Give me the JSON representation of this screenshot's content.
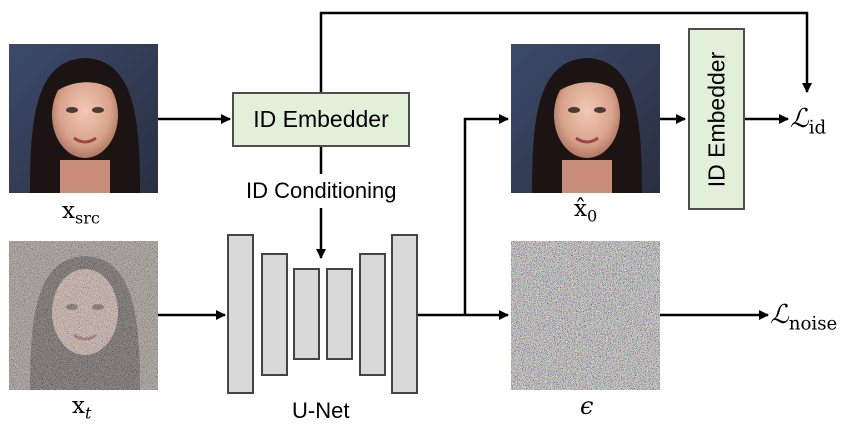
{
  "images": {
    "x_src_label": "x",
    "x_src_sub": "src",
    "x_t_label": "x",
    "x_t_sub": "t",
    "x0_hat_label": "x̂",
    "x0_hat_sub": "0",
    "epsilon_label": "ϵ"
  },
  "blocks": {
    "id_embedder_left": "ID Embedder",
    "id_embedder_right": "ID Embedder",
    "id_conditioning": "ID Conditioning",
    "unet": "U-Net"
  },
  "losses": {
    "loss_id_symbol": "ℒ",
    "loss_id_sub": "id",
    "loss_noise_symbol": "ℒ",
    "loss_noise_sub": "noise"
  },
  "colors": {
    "embedder_fill": "#e2f0d9",
    "unet_fill": "#d9d9d9",
    "line": "#000000"
  }
}
